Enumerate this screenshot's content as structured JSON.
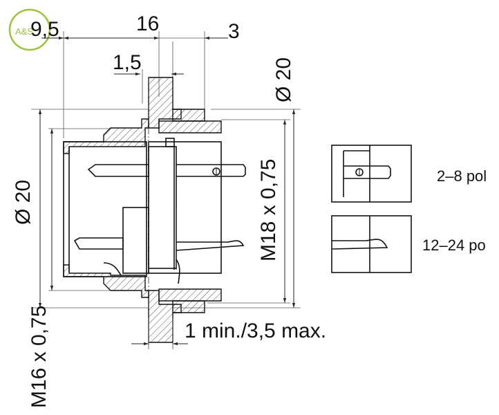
{
  "logo": {
    "text": "A&S",
    "color": "#9cc23a"
  },
  "dimensions": {
    "d_9_5": "9,5",
    "d_16": "16",
    "d_3": "3",
    "d_1_5": "1,5",
    "d_diameter_20_top": "Ø 20",
    "d_diameter_20_left": "Ø 20",
    "d_m18": "M18 x 0,75",
    "d_m16": "M16 x 0,75",
    "d_panel": "1 min./3,5 max."
  },
  "variants": {
    "small_poles": "2–8 pol",
    "large_poles": "12–24 po"
  }
}
